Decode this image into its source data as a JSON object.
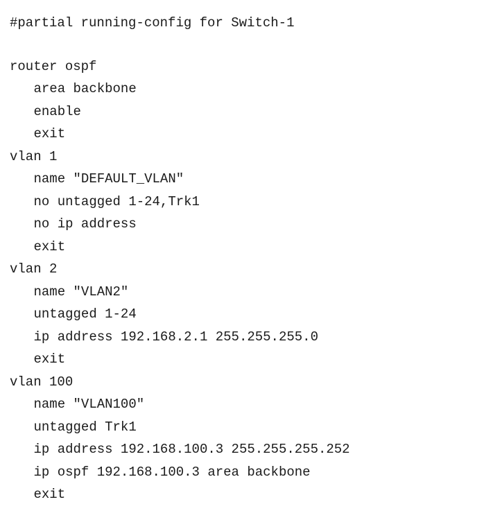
{
  "document": {
    "title": "#partial running-config for Switch-1",
    "blocks": [
      {
        "header": "router ospf",
        "lines": [
          "area backbone",
          "enable",
          "exit"
        ]
      },
      {
        "header": "vlan 1",
        "lines": [
          "name \"DEFAULT_VLAN\"",
          "no untagged 1-24,Trk1",
          "no ip address",
          "exit"
        ]
      },
      {
        "header": "vlan 2",
        "lines": [
          "name \"VLAN2\"",
          "untagged 1-24",
          "ip address 192.168.2.1 255.255.255.0",
          "exit"
        ]
      },
      {
        "header": "vlan 100",
        "lines": [
          "name \"VLAN100\"",
          "untagged Trk1",
          "ip address 192.168.100.3 255.255.255.252",
          "ip ospf 192.168.100.3 area backbone",
          "exit"
        ]
      }
    ]
  }
}
